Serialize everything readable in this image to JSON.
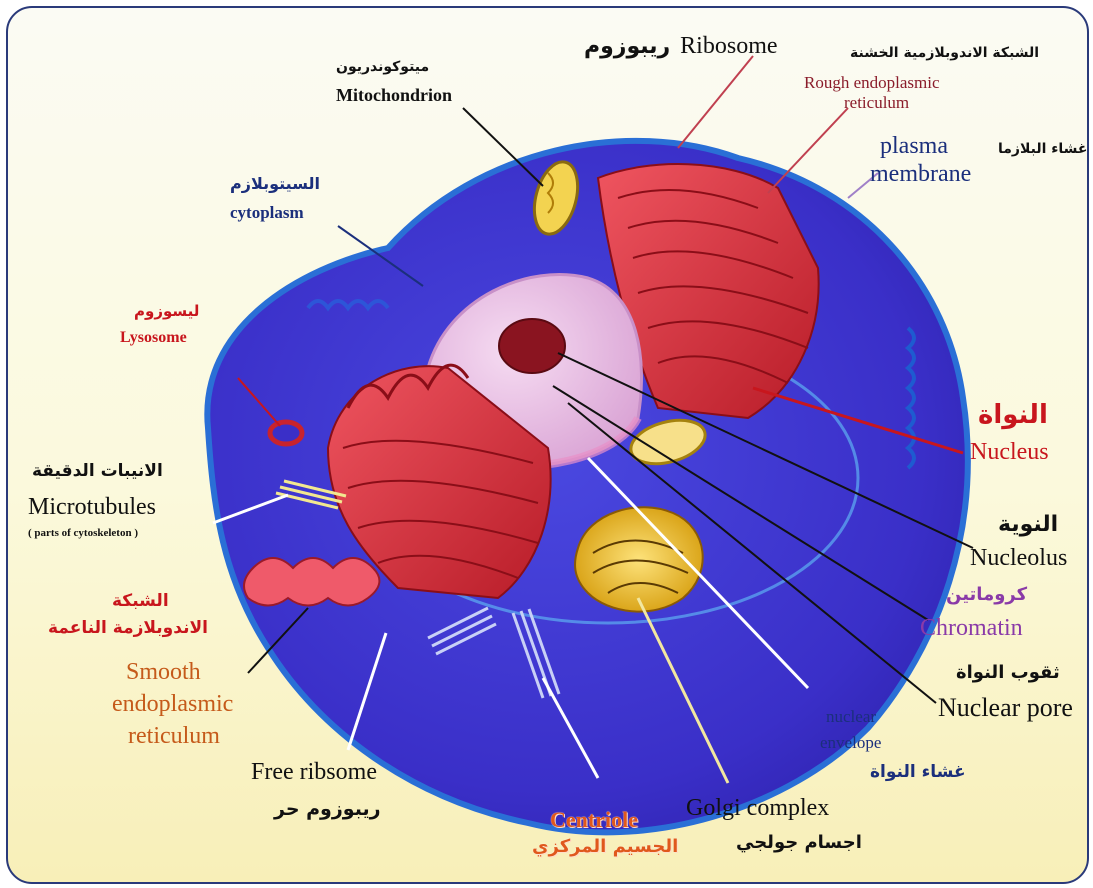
{
  "labels": {
    "ribosome": {
      "ar": "ريبوزوم",
      "en": "Ribosome"
    },
    "rough_er": {
      "ar": "الشبكة الاندوبلازمية الخشنة",
      "en_line1": "Rough endoplasmic",
      "en_line2": "reticulum"
    },
    "mitochondrion": {
      "ar": "ميتوكوندريون",
      "en": "Mitochondrion"
    },
    "plasma_membrane": {
      "ar": "غشاء البلازما",
      "en_line1": "plasma",
      "en_line2": "membrane"
    },
    "cytoplasm": {
      "ar": "السيتوبلازم",
      "en": "cytoplasm"
    },
    "lysosome": {
      "ar": "ليسوزوم",
      "en": "Lysosome"
    },
    "nucleus": {
      "ar": "النواة",
      "en": "Nucleus"
    },
    "microtubules": {
      "ar": "الانيبات الدقيقة",
      "en": "Microtubules",
      "note": "( parts of cytoskeleton )"
    },
    "nucleolus": {
      "ar": "النوية",
      "en": "Nucleolus"
    },
    "smooth_er": {
      "ar_line1": "الشبكة",
      "ar_line2": "الاندوبلازمة الناعمة",
      "en_line1": "Smooth",
      "en_line2": "endoplasmic",
      "en_line3": "reticulum"
    },
    "chromatin": {
      "ar": "كروماتين",
      "en": "Chromatin"
    },
    "nuclear_pore": {
      "ar": "ثقوب النواة",
      "en": "Nuclear pore"
    },
    "nuclear_envelope": {
      "en_line1": "nuclear",
      "en_line2": "envelope",
      "ar": "غشاء النواة"
    },
    "free_ribosome": {
      "en": "Free ribsome",
      "ar": "ريبوزوم حر"
    },
    "centriole": {
      "en": "Centriole",
      "ar": "الجسيم المركزي"
    },
    "golgi": {
      "en": "Golgi complex",
      "ar": "اجسام جولجي"
    }
  },
  "colors": {
    "cytoplasm_blue": "#3b2fc9",
    "membrane_edge": "#2a6fd6",
    "rough_er_red": "#d02a34",
    "nucleus_pink": "#ecbfe6",
    "nucleolus_maroon": "#8a1420",
    "golgi_yellow": "#f2c21a",
    "mitochondrion_yellow": "#f3d350"
  }
}
